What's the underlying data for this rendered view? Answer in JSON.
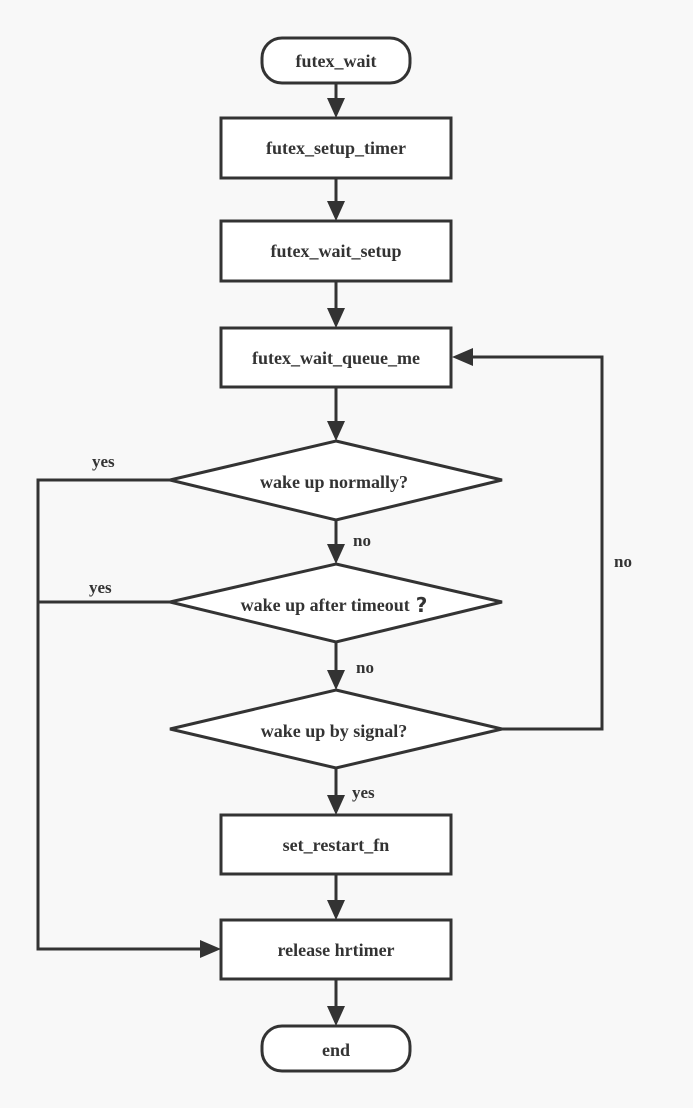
{
  "diagram": {
    "nodes": {
      "start": "futex_wait",
      "setup_timer": "futex_setup_timer",
      "wait_setup": "futex_wait_setup",
      "queue_me": "futex_wait_queue_me",
      "wake_normal": "wake up normally?",
      "wake_timeout": "wake up after timeout",
      "wake_timeout_mark": "?",
      "wake_signal": "wake up by signal?",
      "set_restart": "set_restart_fn",
      "release": "release hrtimer",
      "end": "end"
    },
    "edge_labels": {
      "normal_yes": "yes",
      "normal_no": "no",
      "timeout_yes": "yes",
      "timeout_no": "no",
      "signal_yes": "yes",
      "signal_no": "no"
    }
  }
}
